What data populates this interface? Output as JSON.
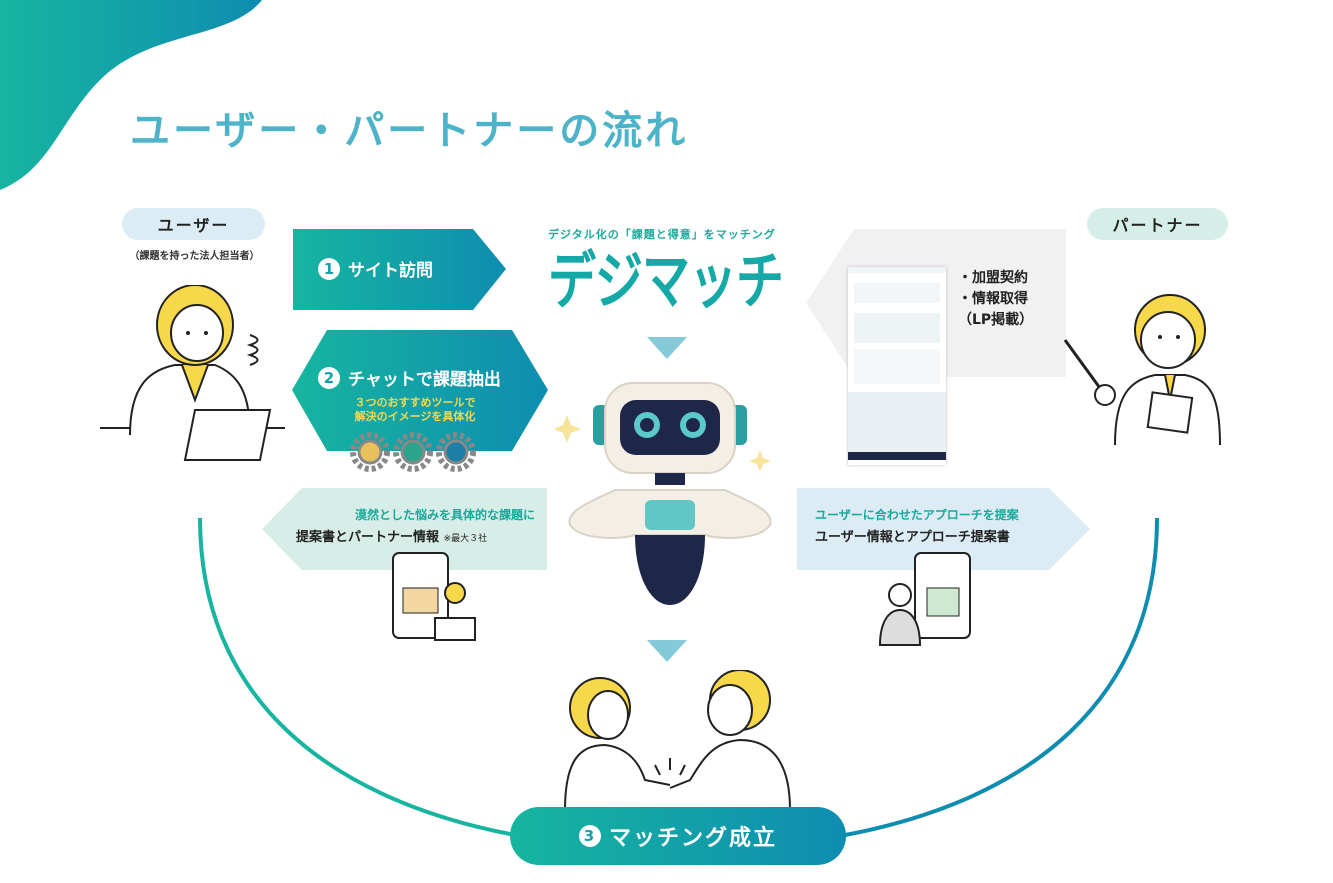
{
  "title": "ユーザー・パートナーの流れ",
  "user": {
    "label": "ユーザー",
    "subtitle": "（課題を持った法人担当者）"
  },
  "partner": {
    "label": "パートナー",
    "bullets": [
      "・加盟契約",
      "・情報取得",
      "（LP掲載）"
    ]
  },
  "steps": [
    {
      "num": "1",
      "label": "サイト訪問"
    },
    {
      "num": "2",
      "label": "チャットで課題抽出",
      "note_lines": [
        "３つのおすすめツールで",
        "解決のイメージを具体化"
      ]
    },
    {
      "num": "3",
      "label": "マッチング成立"
    }
  ],
  "brand": {
    "tagline": "デジタル化の「課題と得意」をマッチング",
    "logo": "デジマッチ"
  },
  "left_callout": {
    "highlight": "漠然とした悩みを具体的な課題に",
    "main": "提案書とパートナー情報",
    "note": "※最大３社"
  },
  "right_callout": {
    "highlight": "ユーザーに合わせたアプローチを提案",
    "main": "ユーザー情報とアプローチ提案書"
  },
  "colors": {
    "teal": "#17b5a0",
    "blue": "#0e8db0",
    "title": "#4cb3c8",
    "yellow": "#f7d84a"
  }
}
